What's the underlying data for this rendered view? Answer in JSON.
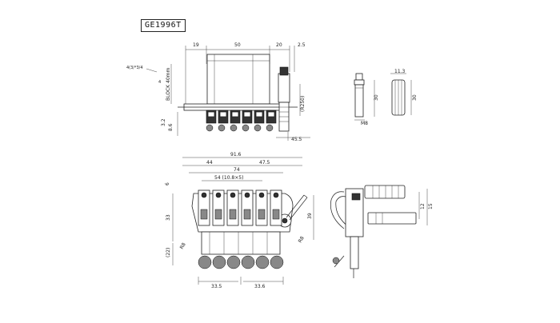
{
  "model": "GE1996T",
  "top_view": {
    "widths": [
      "19",
      "50",
      "20",
      "2.5"
    ],
    "screw_spec": "4(3/*3/4",
    "screw_number": "4",
    "block_label": "BLOCK 40mm",
    "stud_label": "(R250)",
    "heights": [
      "3.2",
      "8.6"
    ],
    "offset": "45.5"
  },
  "side_parts": {
    "stud_height": "30",
    "stud_thread": "M8",
    "knob_width": "11.3",
    "knob_height": "30"
  },
  "front_view": {
    "overall": "91.6",
    "left_span": "44",
    "right_span": "47.5",
    "mid_span": "74",
    "string_spacing": "54 (10.8×5)",
    "top_gap": "6",
    "base_height": "33",
    "lower": "(22)",
    "arm_label": "R8",
    "arm_side": "R8",
    "right_height": "39",
    "bottom_left": "33.5",
    "bottom_right": "33.6"
  },
  "profile_view": {
    "upper": "12",
    "lower": "15"
  }
}
